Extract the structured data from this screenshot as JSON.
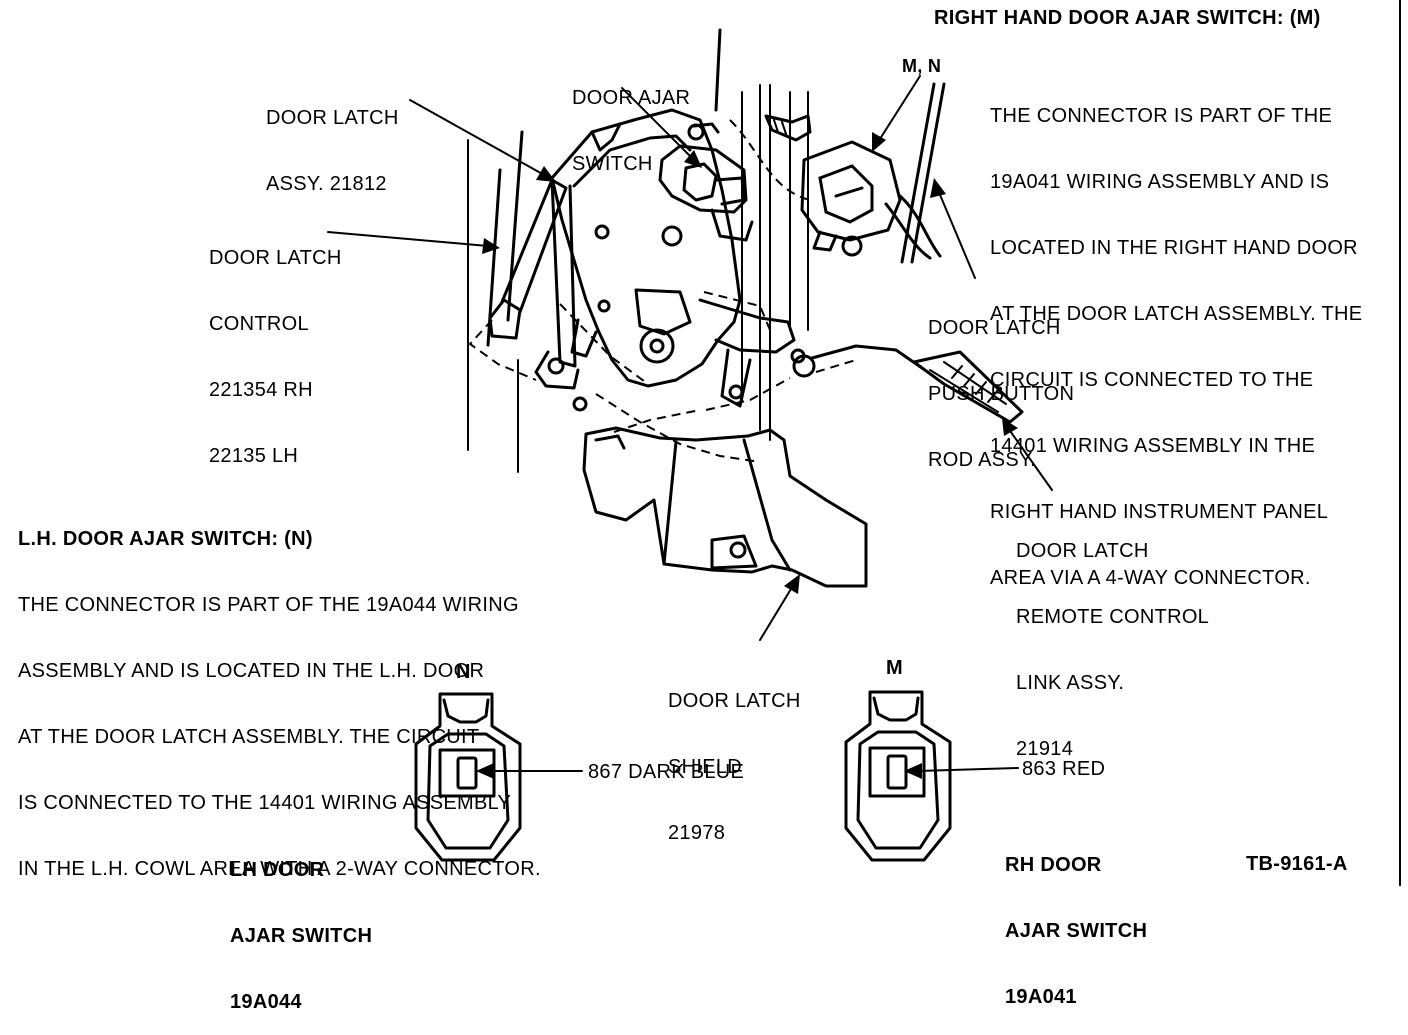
{
  "header": {
    "right_title": "RIGHT HAND DOOR AJAR SWITCH: (M)",
    "right_desc": [
      "THE CONNECTOR IS PART OF THE",
      "19A041 WIRING ASSEMBLY AND IS",
      "LOCATED IN THE RIGHT HAND DOOR",
      "AT THE DOOR LATCH ASSEMBLY. THE",
      "CIRCUIT IS CONNECTED TO THE",
      "14401 WIRING ASSEMBLY IN THE",
      "RIGHT HAND INSTRUMENT PANEL",
      "AREA VIA A 4-WAY CONNECTOR."
    ]
  },
  "left_note": {
    "title": "L.H. DOOR AJAR SWITCH: (N)",
    "desc": [
      "THE CONNECTOR IS PART OF THE 19A044 WIRING",
      "ASSEMBLY AND IS LOCATED IN THE L.H. DOOR",
      "AT THE DOOR LATCH ASSEMBLY. THE CIRCUIT",
      "IS CONNECTED TO THE 14401 WIRING ASSEMBLY",
      "IN THE L.H. COWL AREA WITH A 2-WAY CONNECTOR."
    ]
  },
  "callouts": {
    "door_latch_assy": [
      "DOOR LATCH",
      "ASSY. 21812"
    ],
    "door_ajar_switch": [
      "DOOR AJAR",
      "SWITCH"
    ],
    "mn": "M, N",
    "door_latch_control": [
      "DOOR LATCH",
      "CONTROL",
      "221354 RH",
      "22135 LH"
    ],
    "push_button_rod": [
      "DOOR LATCH",
      "PUSH BUTTON",
      "ROD ASSY."
    ],
    "remote_control_link": [
      "DOOR LATCH",
      "REMOTE CONTROL",
      "LINK ASSY.",
      "21914"
    ],
    "door_latch_shield": [
      "DOOR LATCH",
      "SHIELD",
      "21978"
    ]
  },
  "connectors": {
    "lh": {
      "letter": "N",
      "wire": "867 DARK BLUE",
      "caption": [
        "LH DOOR",
        "AJAR SWITCH",
        "19A044"
      ]
    },
    "rh": {
      "letter": "M",
      "wire": "863 RED",
      "caption": [
        "RH DOOR",
        "AJAR SWITCH",
        "19A041"
      ]
    }
  },
  "figure_id": "TB-9161-A"
}
